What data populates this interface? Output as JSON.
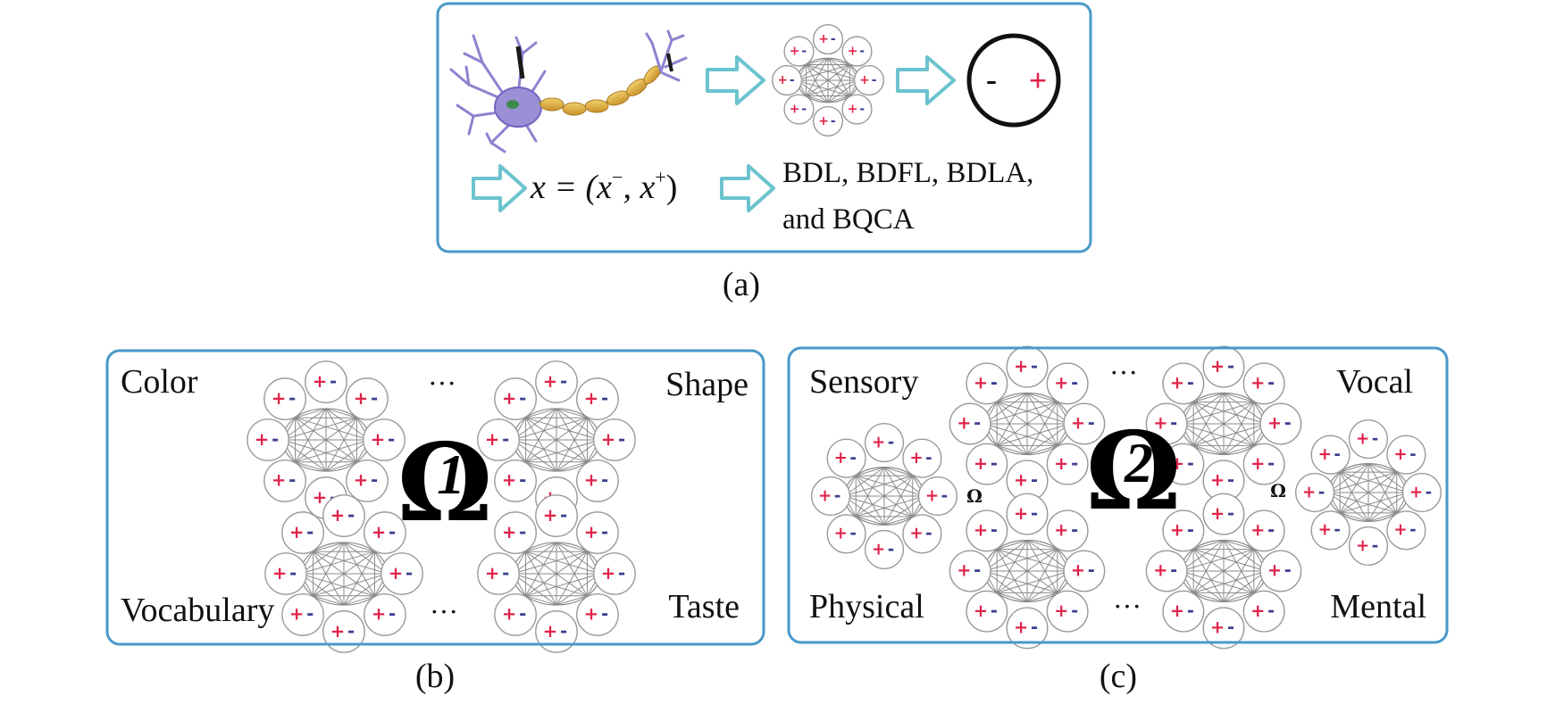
{
  "colors": {
    "frame": "#4a98c9",
    "arrow": "#6cc3cf",
    "plus": "#e0244a",
    "minus": "#3a3f8f",
    "neuron": "#9b8fd6",
    "myelin": "#e6b84a"
  },
  "panel_a": {
    "caption": "(a)",
    "equation": {
      "lhs": "x = (x",
      "minus_sup": "−",
      "sep": ", x",
      "plus_sup": "+",
      "rhs": ")"
    },
    "result_line1": "BDL, BDFL, BDLA,",
    "result_line2": "and BQCA",
    "charge_minus": "-",
    "charge_plus": "+"
  },
  "panel_b": {
    "caption": "(b)",
    "labels": {
      "top_left": "Color",
      "top_right": "Shape",
      "bottom_left": "Vocabulary",
      "bottom_right": "Taste"
    },
    "omega": "Ω",
    "subscript": "1",
    "ellipsis": "···"
  },
  "panel_c": {
    "caption": "(c)",
    "labels": {
      "top_left": "Sensory",
      "top_right": "Vocal",
      "bottom_left": "Physical",
      "bottom_right": "Mental"
    },
    "omega": "Ω",
    "subscript": "2",
    "ellipsis": "···",
    "small_omega": "Ω"
  },
  "node_signs": {
    "plus": "+",
    "minus": "-"
  },
  "icons": [
    "neuron-icon",
    "right-arrow-icon",
    "bipolar-cluster-icon",
    "bipolar-circle-icon"
  ]
}
